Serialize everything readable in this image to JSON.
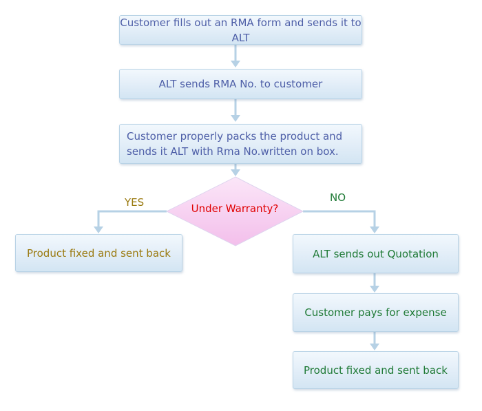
{
  "steps": {
    "rma_form": "Customer fills out an RMA form and sends it to ALT",
    "send_rma_no": "ALT sends RMA No. to customer",
    "pack_product": "Customer properly packs the product and sends it ALT with Rma No.written on box."
  },
  "decision": {
    "question": "Under Warranty?",
    "yes_label": "YES",
    "no_label": "NO"
  },
  "yes_branch": {
    "result": "Product fixed and sent back"
  },
  "no_branch": {
    "quotation": "ALT sends out Quotation",
    "payment": "Customer pays for expense",
    "result": "Product fixed and sent back"
  },
  "colors": {
    "box_border": "#b9d3e6",
    "arrow": "#b6d1e5",
    "step_text": "#4d5ea7",
    "yes_text": "#9a7a10",
    "no_text": "#1f7a36",
    "question_text": "#e00000",
    "diamond_fill": "#f6c8ef"
  }
}
